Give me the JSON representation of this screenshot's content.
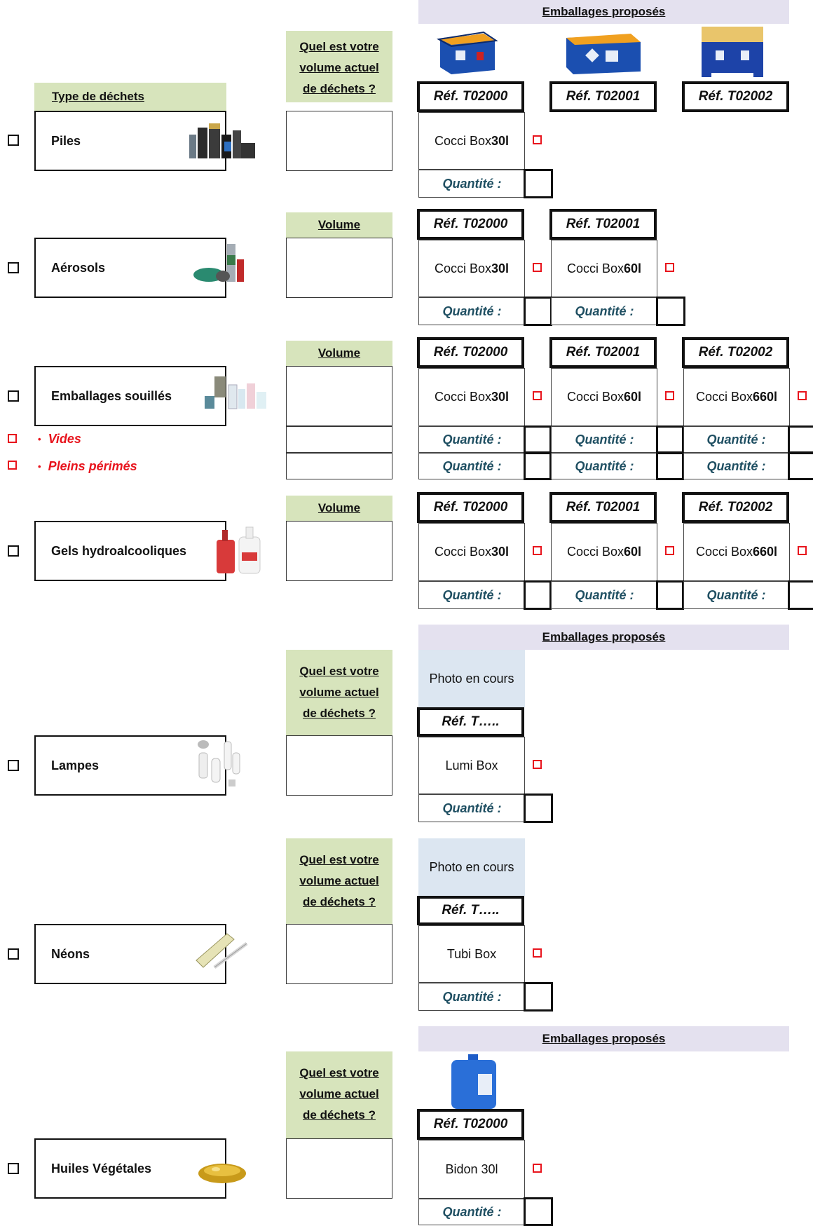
{
  "headers": {
    "type_dechets": "Type de déchets",
    "volume_question": [
      "Quel est votre",
      "volume actuel",
      "de déchets ?"
    ],
    "volume_short": "Volume",
    "emballages": "Emballages proposés"
  },
  "labels": {
    "quantite": "Quantité :",
    "photo": "Photo en cours",
    "ref_t02000": "Réf. T02000",
    "ref_t02001": "Réf. T02001",
    "ref_t02002": "Réf. T02002",
    "ref_tx": "Réf. T…..",
    "cocci_prefix": "Cocci Box ",
    "cocci_30": "30l",
    "cocci_60": "60l",
    "cocci_660": "660l",
    "lumi": "Lumi Box",
    "tubi": "Tubi Box",
    "bidon": "Bidon 30l"
  },
  "wastes": {
    "piles": "Piles",
    "aerosols": "Aérosols",
    "emballages": "Emballages souillés",
    "vides": "Vides",
    "pleins": "Pleins périmés",
    "gels": "Gels hydroalcooliques",
    "lampes": "Lampes",
    "neons": "Néons",
    "huiles": "Huiles Végétales"
  },
  "colors": {
    "green_header": "#d7e4bc",
    "lavender_header": "#e4e1ef",
    "photo_bg": "#dce6f1",
    "red_checkbox": "#e8141d",
    "quantity_text": "#1f4f62"
  },
  "icons": {
    "bullet": "•"
  }
}
